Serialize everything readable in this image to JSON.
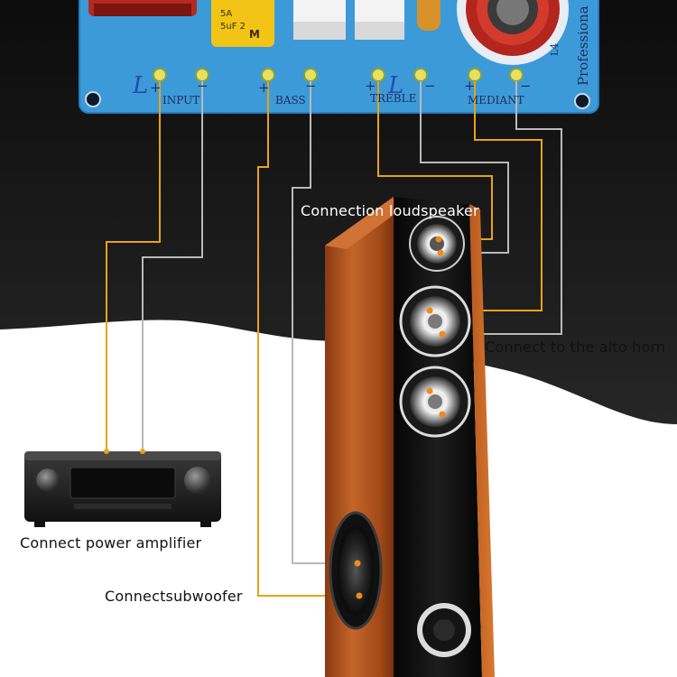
{
  "board": {
    "channel_left": "L",
    "channel_right": "L",
    "brand_text": "Professiona",
    "component_label": "L4",
    "terminals": [
      {
        "label": "INPUT",
        "plus": "+",
        "minus": "−"
      },
      {
        "label": "BASS",
        "plus": "+",
        "minus": "−"
      },
      {
        "label": "TREBLE",
        "plus": "+",
        "minus": "−"
      },
      {
        "label": "MEDIANT",
        "plus": "+",
        "minus": "−"
      }
    ]
  },
  "callouts": {
    "loudspeaker": "Connection loudspeaker",
    "alto_horn": "Connect to the alto horn",
    "amplifier": "Connect power amplifier",
    "subwoofer": "Connectsubwoofer"
  },
  "colors": {
    "board_blue": "#3d9ad9",
    "wire_yellow": "#e8a21a",
    "wire_gray": "#b9b9b9",
    "cabinet_wood": "#b8571f",
    "background_dark": "#141414"
  }
}
